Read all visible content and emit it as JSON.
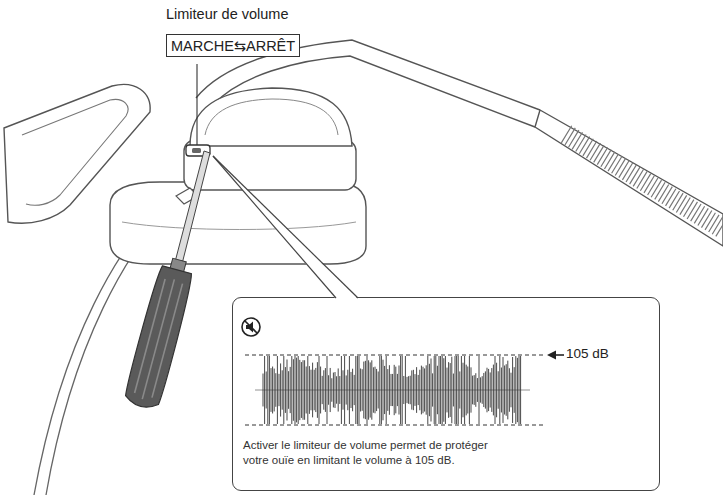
{
  "diagram": {
    "nodes": [
      {
        "text": [
          "Limiteur de volume",
          "MARCHE⇆ARRÊT"
        ]
      },
      {
        "text": [
          "Activer le limiteur de volume permet de protéger votre ouïe en limitant le volume à 105 dB."
        ]
      }
    ],
    "labels": [
      "105 dB"
    ]
  }
}
